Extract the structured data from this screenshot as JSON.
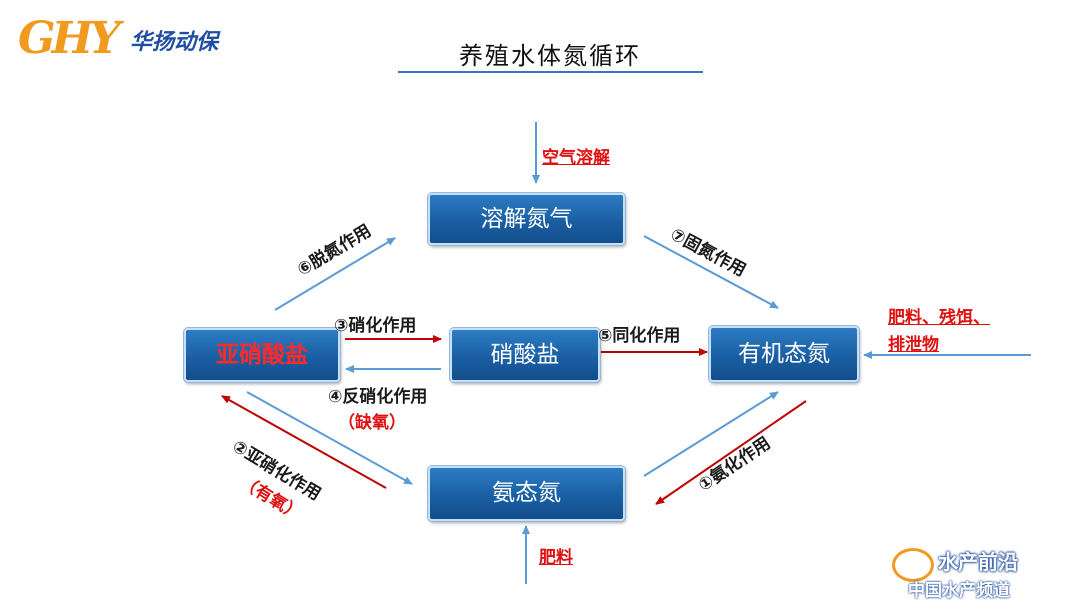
{
  "logo": {
    "letters": "GHY",
    "brand": "华扬动保"
  },
  "title": "养殖水体氮循环",
  "nodes": {
    "dissolved_n2": "溶解氮气",
    "nitrite": "亚硝酸盐",
    "nitrate": "硝酸盐",
    "organic_n": "有机态氮",
    "ammonia_n": "氨态氮"
  },
  "labels": {
    "air_dissolve": "空气溶解",
    "denitrogen": "⑥脱氮作用",
    "fixation": "⑦固氮作用",
    "nitrification": "③硝化作用",
    "denitrification": "④反硝化作用",
    "anoxic": "（缺氧）",
    "assimilation": "⑤同化作用",
    "inputs_line1": "肥料、残饵、",
    "inputs_line2": "排泄物",
    "nitritation": "②亚硝化作用",
    "aerobic": "（有氧）",
    "ammonification": "①氨化作用",
    "fertilizer": "肥料"
  },
  "watermark": {
    "text": "水产前沿",
    "sub": "中国水产频道"
  },
  "colors": {
    "node_blue": "#1a5fa3",
    "arrow_blue": "#5b9bd5",
    "arrow_red": "#c00000",
    "label_red": "#e01010",
    "logo_orange": "#f29a1f"
  }
}
